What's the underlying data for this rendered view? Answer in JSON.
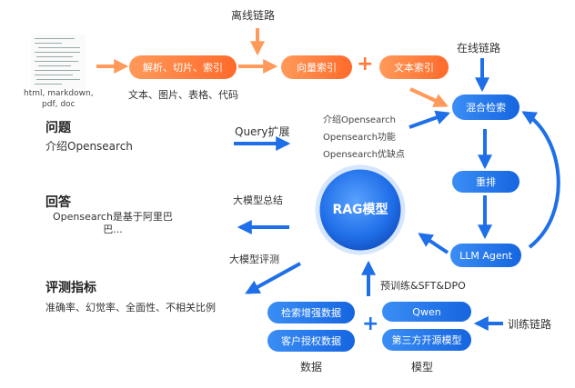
{
  "offline": {
    "title": "离线链路",
    "doc_types": "html, markdown,\npdf, doc",
    "parse": "解析、切片、索引",
    "content_types": "文本、图片、表格、代码",
    "vector_index": "向量索引",
    "text_index": "文本索引",
    "plus": "+"
  },
  "online": {
    "title": "在线链路",
    "hybrid": "混合检索",
    "rerank": "重排",
    "llm_agent": "LLM Agent"
  },
  "query": {
    "heading": "问题",
    "text": "介绍Opensearch",
    "expand_label": "Query扩展",
    "expansions": [
      "介绍Opensearch",
      "Opensearch功能",
      "Opensearch优缺点"
    ]
  },
  "answer": {
    "heading": "回答",
    "text": "Opensearch是基于阿里巴\n巴...",
    "summary_label": "大模型总结"
  },
  "rag": {
    "label": "RAG模型"
  },
  "eval": {
    "heading": "评测指标",
    "text": "准确率、幻觉率、全面性、不相关比例",
    "label": "大模型评测"
  },
  "training": {
    "label": "预训练&SFT&DPO",
    "chain": "训练链路",
    "data": [
      "检索增强数据",
      "客户授权数据"
    ],
    "models": [
      "Qwen",
      "第三方开源模型"
    ],
    "data_caption": "数据",
    "model_caption": "模型",
    "plus": "+"
  },
  "colors": {
    "orange": "#ff7a35",
    "blue": "#1f6fe8",
    "orange_arrow": "#ff9a5a"
  }
}
